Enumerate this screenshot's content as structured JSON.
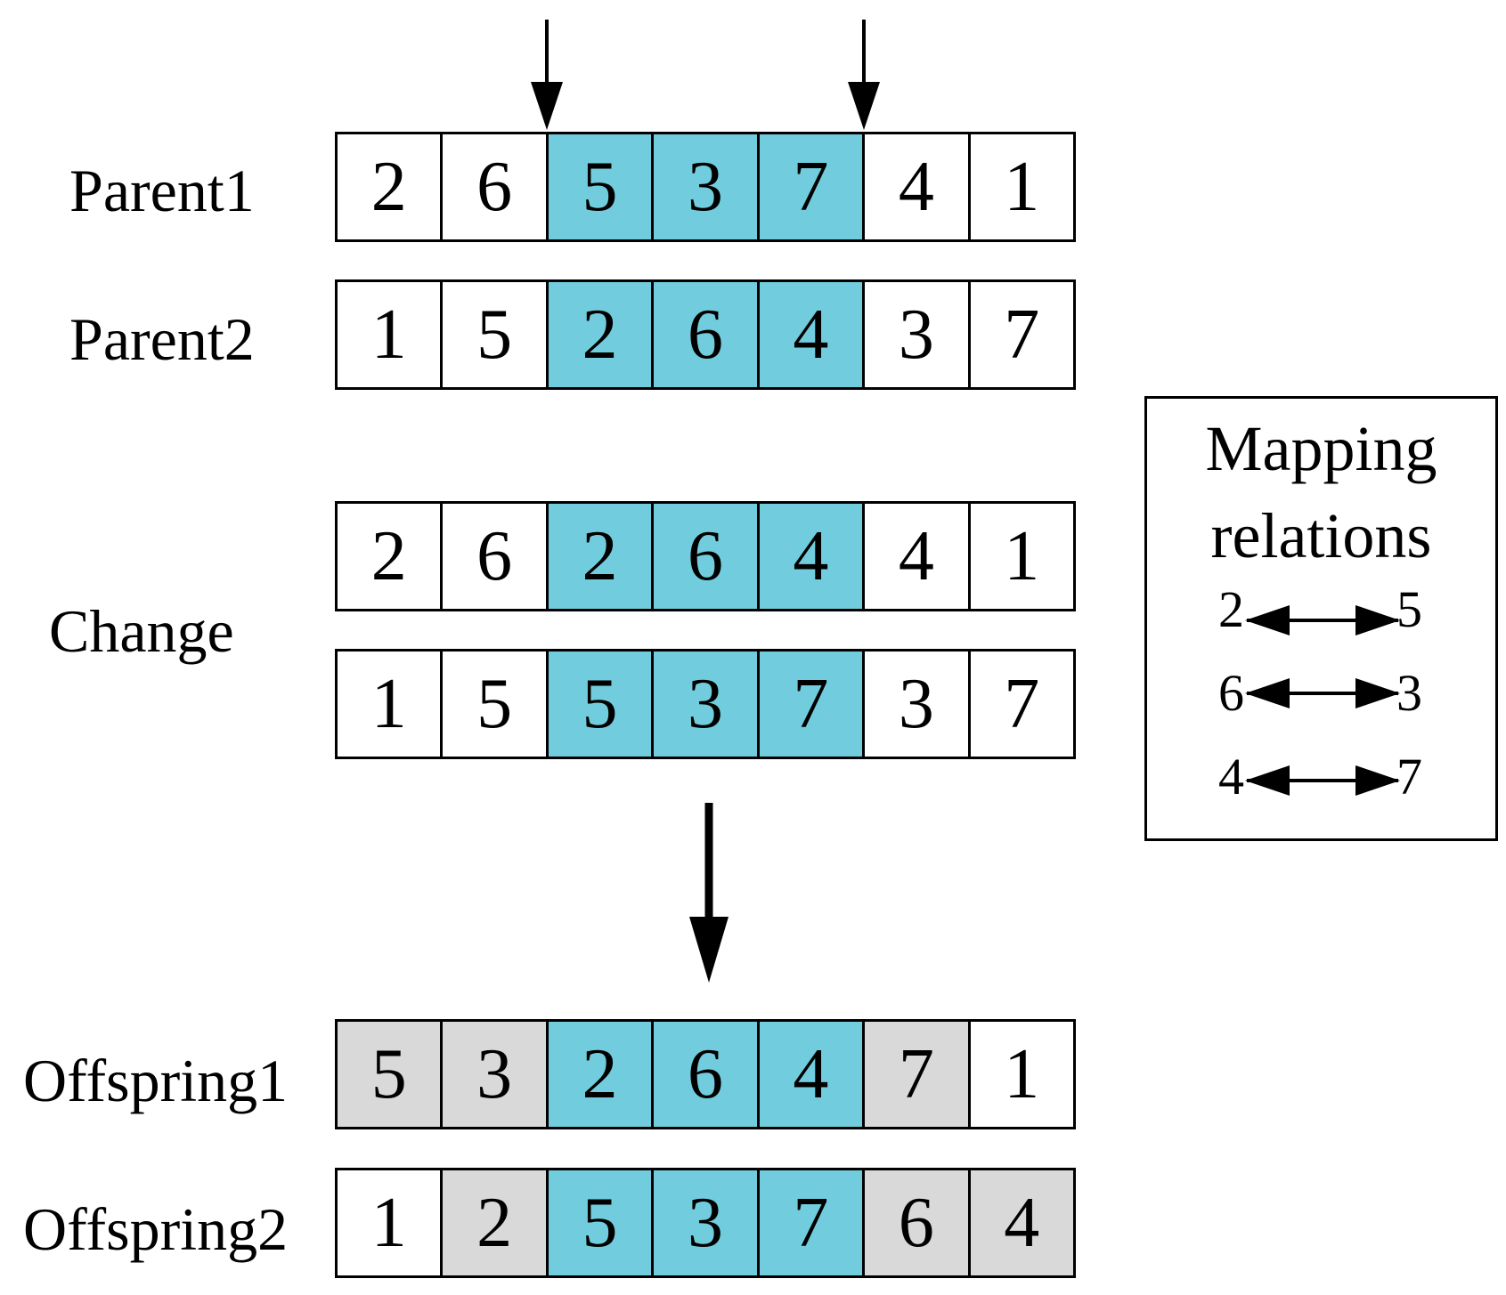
{
  "rows": {
    "parent1": {
      "label": "Parent1",
      "cells": [
        "2",
        "6",
        "5",
        "3",
        "7",
        "4",
        "1"
      ]
    },
    "parent2": {
      "label": "Parent2",
      "cells": [
        "1",
        "5",
        "2",
        "6",
        "4",
        "3",
        "7"
      ]
    },
    "change_a": {
      "cells": [
        "2",
        "6",
        "2",
        "6",
        "4",
        "4",
        "1"
      ]
    },
    "change_b": {
      "cells": [
        "1",
        "5",
        "5",
        "3",
        "7",
        "3",
        "7"
      ]
    },
    "offspring1": {
      "label": "Offspring1",
      "cells": [
        "5",
        "3",
        "2",
        "6",
        "4",
        "7",
        "1"
      ]
    },
    "offspring2": {
      "label": "Offspring2",
      "cells": [
        "1",
        "2",
        "5",
        "3",
        "7",
        "6",
        "4"
      ]
    }
  },
  "change_label": "Change",
  "legend": {
    "title_line1": "Mapping",
    "title_line2": "relations",
    "pairs": [
      {
        "left": "2",
        "right": "5"
      },
      {
        "left": "6",
        "right": "3"
      },
      {
        "left": "4",
        "right": "7"
      }
    ]
  },
  "colors": {
    "segment": "#71cddd",
    "changed": "#d9d9d9",
    "plain": "#ffffff"
  }
}
